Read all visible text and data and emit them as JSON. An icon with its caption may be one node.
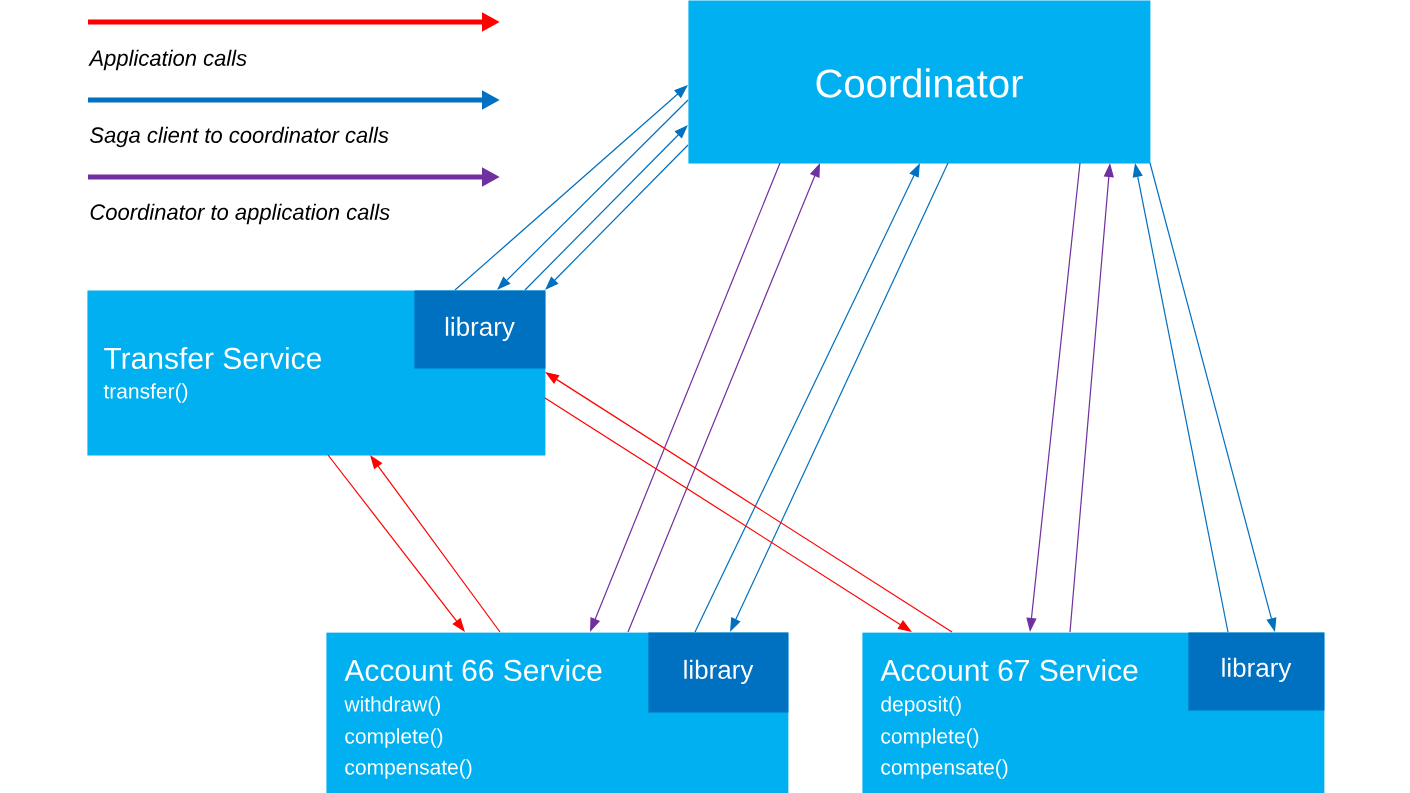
{
  "diagram": {
    "nodes": [
      {
        "text": [
          "Coordinator"
        ]
      },
      {
        "text": [
          "Transfer Service",
          "transfer()"
        ]
      },
      {
        "text": [
          "library"
        ],
        "in": 1
      },
      {
        "text": [
          "Account 66 Service",
          "withdraw()",
          "complete()",
          "compensate()"
        ]
      },
      {
        "text": [
          "library"
        ],
        "in": 3
      },
      {
        "text": [
          "Account 67 Service",
          "deposit()",
          "complete()",
          "compensate()"
        ]
      },
      {
        "text": [
          "library"
        ],
        "in": 5
      }
    ],
    "edges": [
      {
        "from": 2,
        "to": 0,
        "arrow": "to"
      },
      {
        "from": 0,
        "to": 2,
        "arrow": "to"
      },
      {
        "from": 2,
        "to": 0,
        "arrow": "to"
      },
      {
        "from": 0,
        "to": 2,
        "arrow": "to"
      },
      {
        "from": 0,
        "to": 3,
        "arrow": "to",
        "color": "#7030a0"
      },
      {
        "from": 3,
        "to": 0,
        "arrow": "to",
        "color": "#7030a0"
      },
      {
        "from": 4,
        "to": 0,
        "arrow": "to"
      },
      {
        "from": 0,
        "to": 4,
        "arrow": "to"
      },
      {
        "from": 0,
        "to": 5,
        "arrow": "to",
        "color": "#7030a0"
      },
      {
        "from": 5,
        "to": 0,
        "arrow": "to",
        "color": "#7030a0"
      },
      {
        "from": 6,
        "to": 0,
        "arrow": "to"
      },
      {
        "from": 0,
        "to": 6,
        "arrow": "to"
      },
      {
        "from": 1,
        "to": 3,
        "arrow": "to",
        "color": "#ff0000"
      },
      {
        "from": 3,
        "to": 1,
        "arrow": "to",
        "color": "#ff0000"
      },
      {
        "from": 1,
        "to": 5,
        "arrow": "to",
        "color": "#ff0000"
      },
      {
        "from": 5,
        "to": 1,
        "arrow": "to",
        "color": "#ff0000"
      }
    ],
    "legend": [
      {
        "text": "Application calls"
      },
      {
        "text": "Saga client to coordinator calls"
      },
      {
        "text": "Coordinator to application calls"
      }
    ]
  }
}
